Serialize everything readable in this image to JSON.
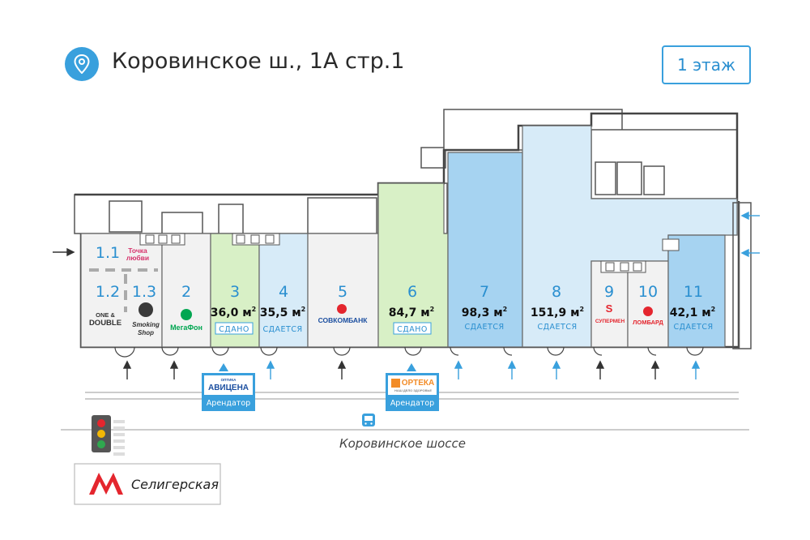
{
  "header": {
    "address": "Коровинское ш., 1А стр.1",
    "floor_button": "1 этаж",
    "pin_icon": "location-pin-icon"
  },
  "units": [
    {
      "num": "1.1",
      "color": "#f2f2f2",
      "logo_text": "Точка",
      "logo_text2": "любви"
    },
    {
      "num": "1.2",
      "color": "#f2f2f2",
      "logo_text": "ONE &",
      "logo_text2": "DOUBLE"
    },
    {
      "num": "1.3",
      "color": "#f2f2f2",
      "logo_text": "Smoking",
      "logo_text2": "Shop"
    },
    {
      "num": "2",
      "color": "#f2f2f2",
      "logo_text": "МегаФон"
    },
    {
      "num": "3",
      "color": "#d8f0c6",
      "area": "36,0 м",
      "status": "СДАНО"
    },
    {
      "num": "4",
      "color": "#d7ebf8",
      "area": "35,5 м",
      "status": "СДАЕТСЯ"
    },
    {
      "num": "5",
      "color": "#f2f2f2",
      "logo_text": "СОВКОМБАНК"
    },
    {
      "num": "6",
      "color": "#d8f0c6",
      "area": "84,7 м",
      "status": "СДАНО"
    },
    {
      "num": "7",
      "color": "#a6d3f1",
      "area": "98,3 м",
      "status": "СДАЕТСЯ"
    },
    {
      "num": "8",
      "color": "#d7ebf8",
      "area": "151,9 м",
      "status": "СДАЕТСЯ"
    },
    {
      "num": "9",
      "color": "#f2f2f2",
      "logo_text": "СУПЕРМЕН"
    },
    {
      "num": "10",
      "color": "#f2f2f2",
      "logo_text": "ЛОМБАРД"
    },
    {
      "num": "11",
      "color": "#a6d3f1",
      "area": "42,1 м",
      "status": "СДАЕТСЯ"
    }
  ],
  "area_unit_sup": "2",
  "tenants": [
    {
      "brand": "АВИЦЕНА",
      "brand_small": "ОПТИКА",
      "label": "Арендатор"
    },
    {
      "brand": "ОРТЕКА",
      "brand_small": "НАШ ДЕЛО ЗДОРОВЬЕ",
      "label": "Арендатор"
    }
  ],
  "road": {
    "name": "Коровинское шоссе",
    "bus_icon": "bus-stop-icon",
    "traffic_icon": "traffic-light-icon"
  },
  "metro": {
    "station": "Селигерская",
    "icon": "metro-logo-icon",
    "color": "#e4262e"
  },
  "colors": {
    "accent": "#39a0dd",
    "leased": "#d8f0c6",
    "available_light": "#d7ebf8",
    "available": "#a6d3f1",
    "occupied": "#f2f2f2"
  }
}
